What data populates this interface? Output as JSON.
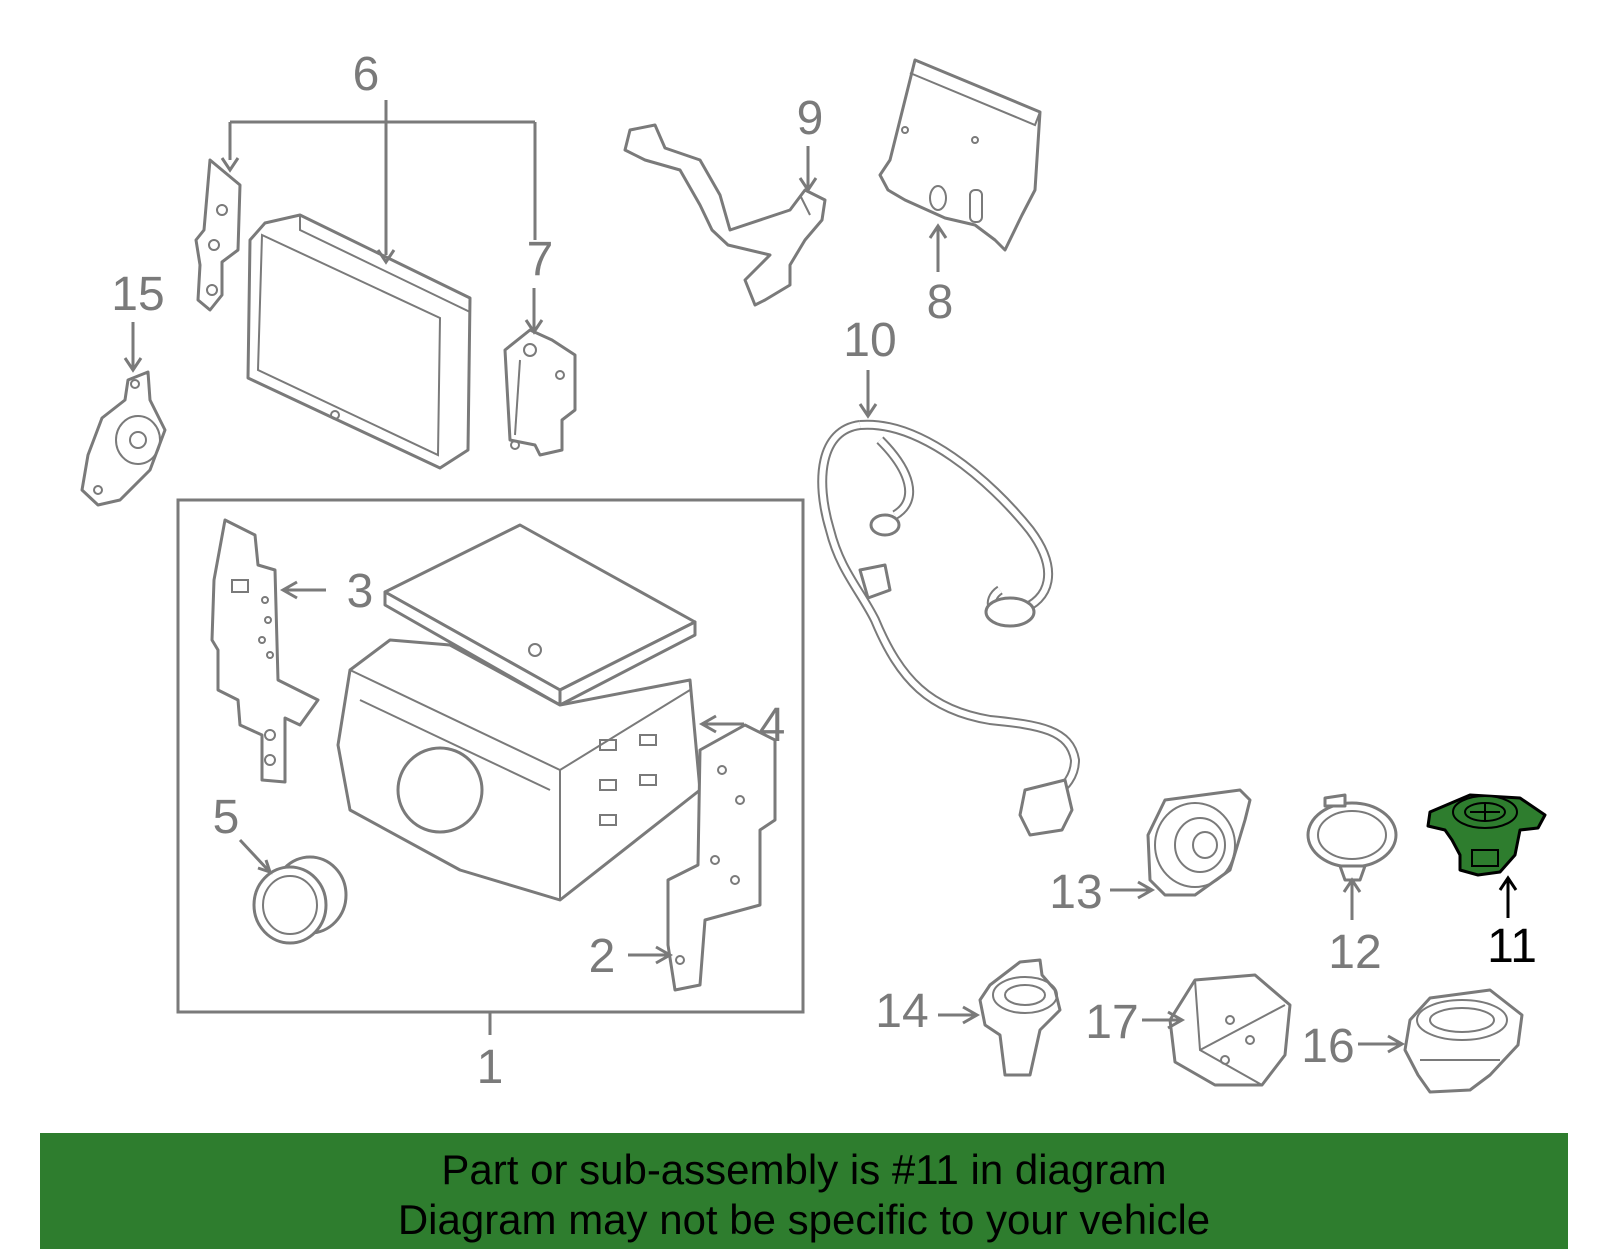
{
  "callouts": {
    "c1": "1",
    "c2": "2",
    "c3": "3",
    "c4": "4",
    "c5": "5",
    "c6": "6",
    "c7": "7",
    "c8": "8",
    "c9": "9",
    "c10": "10",
    "c11": "11",
    "c12": "12",
    "c13": "13",
    "c14": "14",
    "c15": "15",
    "c16": "16",
    "c17": "17"
  },
  "highlighted_part": "11",
  "colors": {
    "highlight": "#2e7d2e",
    "outline": "#7a7a7a",
    "banner_bg": "#2e7d2e"
  },
  "banner": {
    "line1": "Part or sub-assembly is #11 in diagram",
    "line2": "Diagram may not be specific to your vehicle"
  }
}
